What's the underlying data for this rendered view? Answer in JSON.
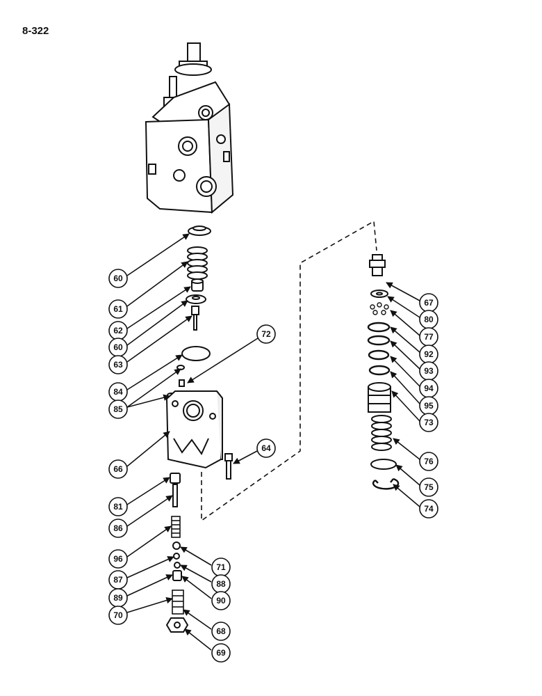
{
  "page": {
    "number": "8-322"
  },
  "callouts": [
    {
      "id": "c60a",
      "label": "60"
    },
    {
      "id": "c61",
      "label": "61"
    },
    {
      "id": "c62",
      "label": "62"
    },
    {
      "id": "c60b",
      "label": "60"
    },
    {
      "id": "c63",
      "label": "63"
    },
    {
      "id": "c72",
      "label": "72"
    },
    {
      "id": "c84",
      "label": "84"
    },
    {
      "id": "c85",
      "label": "85"
    },
    {
      "id": "c66",
      "label": "66"
    },
    {
      "id": "c64",
      "label": "64"
    },
    {
      "id": "c81",
      "label": "81"
    },
    {
      "id": "c86",
      "label": "86"
    },
    {
      "id": "c96",
      "label": "96"
    },
    {
      "id": "c71",
      "label": "71"
    },
    {
      "id": "c87",
      "label": "87"
    },
    {
      "id": "c88",
      "label": "88"
    },
    {
      "id": "c89",
      "label": "89"
    },
    {
      "id": "c90",
      "label": "90"
    },
    {
      "id": "c70",
      "label": "70"
    },
    {
      "id": "c68",
      "label": "68"
    },
    {
      "id": "c69",
      "label": "69"
    },
    {
      "id": "c67",
      "label": "67"
    },
    {
      "id": "c80",
      "label": "80"
    },
    {
      "id": "c77",
      "label": "77"
    },
    {
      "id": "c92",
      "label": "92"
    },
    {
      "id": "c93",
      "label": "93"
    },
    {
      "id": "c94",
      "label": "94"
    },
    {
      "id": "c95",
      "label": "95"
    },
    {
      "id": "c73",
      "label": "73"
    },
    {
      "id": "c76",
      "label": "76"
    },
    {
      "id": "c75",
      "label": "75"
    },
    {
      "id": "c74",
      "label": "74"
    }
  ]
}
